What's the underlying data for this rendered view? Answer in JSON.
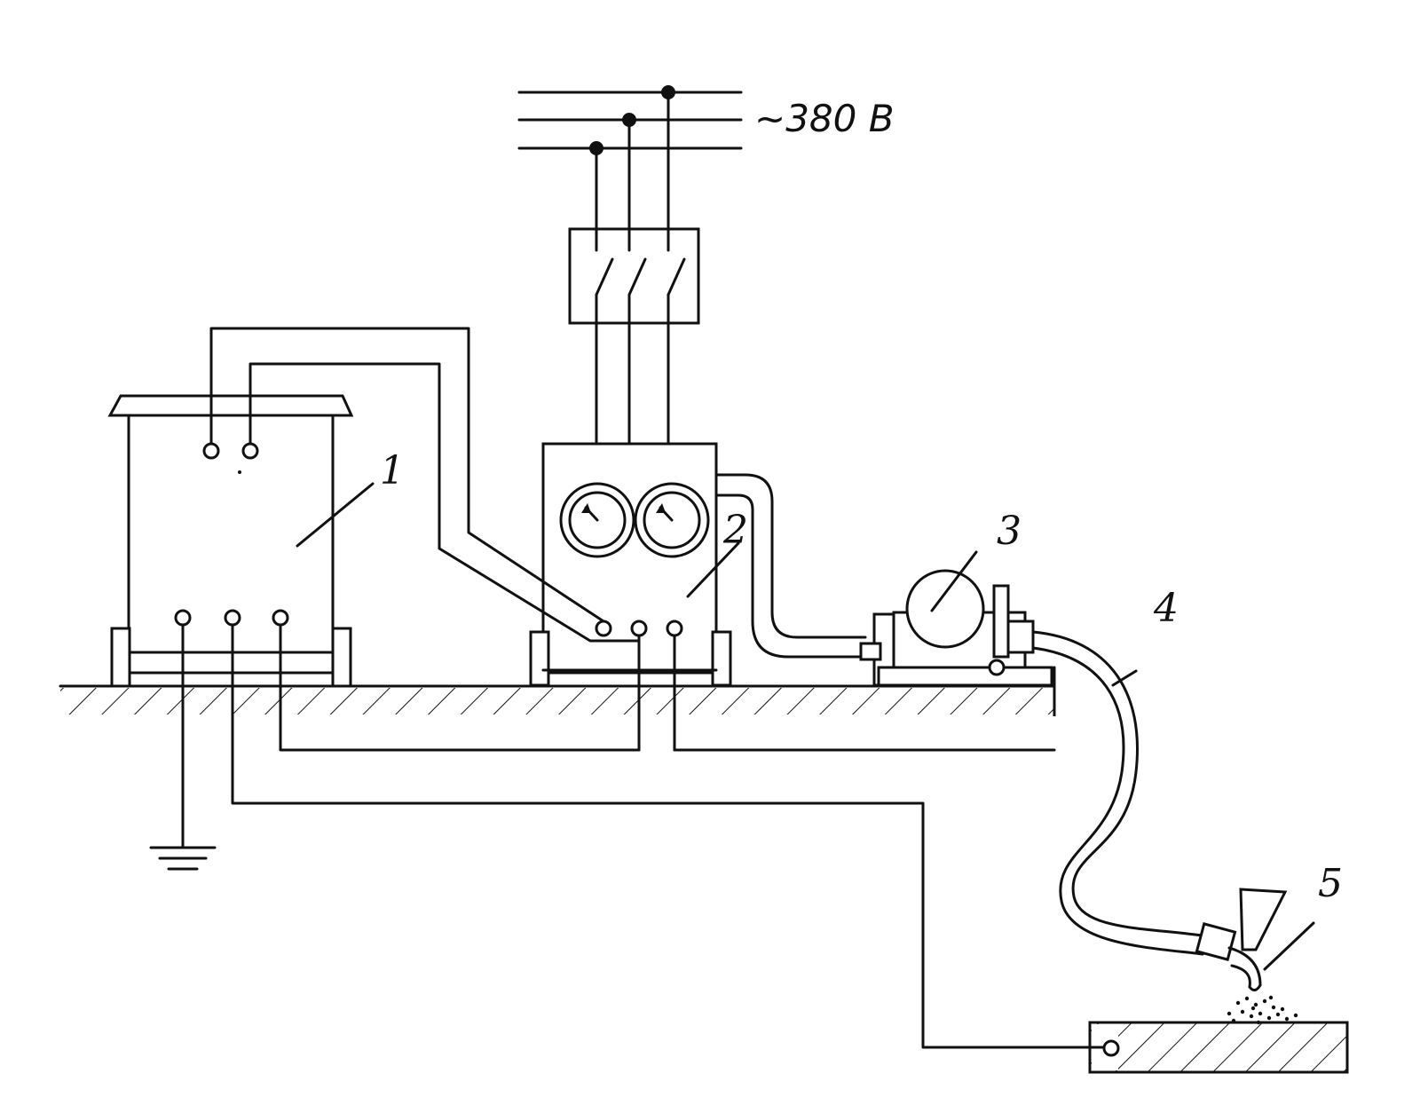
{
  "supply": {
    "voltage_label": "~380 B"
  },
  "labels": {
    "item1": "1",
    "item2": "2",
    "item3": "3",
    "item4": "4",
    "item5": "5"
  },
  "colors": {
    "ink": "#111111",
    "background": "#ffffff"
  }
}
